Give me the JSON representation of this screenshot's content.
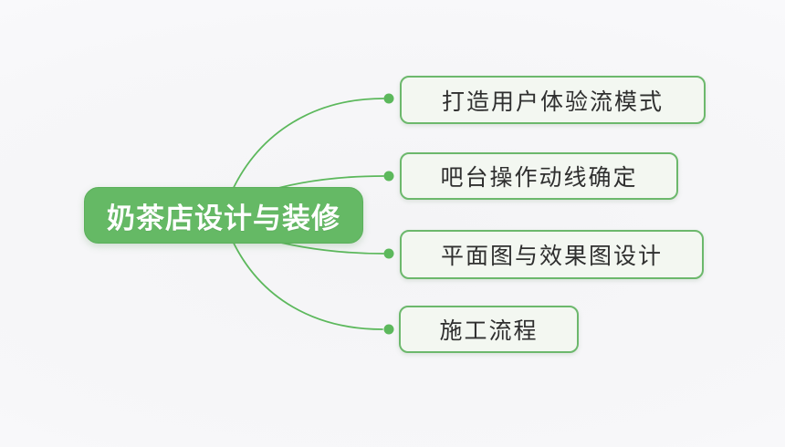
{
  "diagram": {
    "type": "mindmap",
    "root": {
      "label": "奶茶店设计与装修"
    },
    "topics": [
      {
        "label": "打造用户体验流模式"
      },
      {
        "label": "吧台操作动线确定"
      },
      {
        "label": "平面图与效果图设计"
      },
      {
        "label": "施工流程"
      }
    ],
    "colors": {
      "root_fill": "#65b965",
      "root_text": "#ffffff",
      "branch_line": "#5cb85c",
      "connector_dot": "#5cb85c",
      "topic_border": "#6cb86c",
      "topic_fill": "#f3f7f1",
      "topic_text": "#2f2f2f",
      "background": "#f6f6f8"
    }
  }
}
